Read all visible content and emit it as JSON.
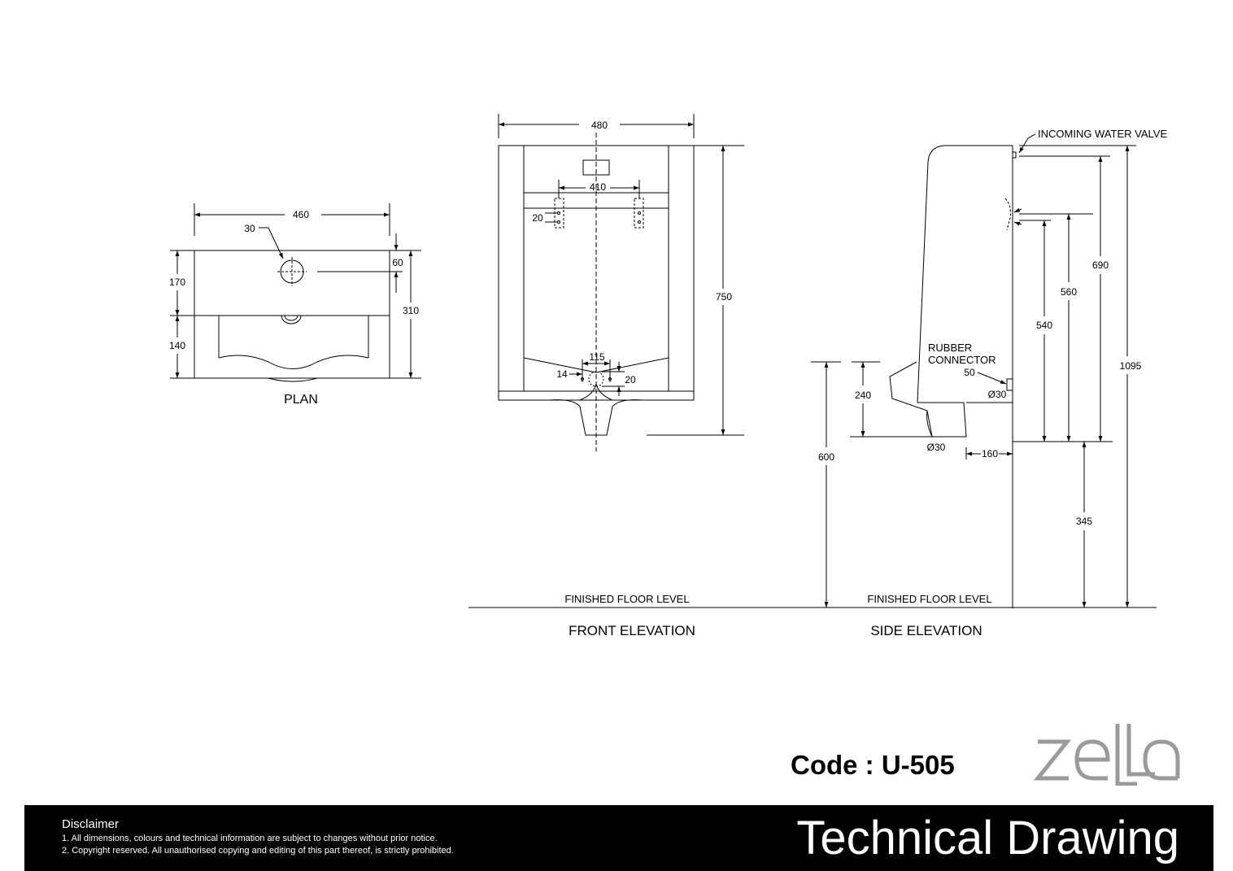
{
  "plan": {
    "title": "PLAN",
    "dims": {
      "width": "460",
      "hole": "30",
      "hole_offset": "60",
      "depth_upper": "170",
      "depth_lower": "140",
      "depth_total": "310"
    }
  },
  "front": {
    "title": "FRONT ELEVATION",
    "floor": "FINISHED FLOOR LEVEL",
    "dims": {
      "width": "480",
      "bracket_spacing": "410",
      "bracket_size": "20",
      "height": "750",
      "outlet_width": "115",
      "outlet_left": "14",
      "outlet_height": "20"
    }
  },
  "side": {
    "title": "SIDE ELEVATION",
    "floor": "FINISHED FLOOR LEVEL",
    "valve_label": "INCOMING WATER VALVE",
    "connector_line1": "RUBBER",
    "connector_line2": "CONNECTOR",
    "dims": {
      "connector_offset": "50",
      "outlet_dia": "Ø30",
      "bottom_dia": "Ø30",
      "wall_offset": "160",
      "lip_height": "240",
      "rim_height": "600",
      "d540": "540",
      "d560": "560",
      "d690": "690",
      "d1095": "1095",
      "d345": "345"
    }
  },
  "code_label": "Code : U-505",
  "brand": "zella",
  "footer": {
    "title": "Technical Drawing",
    "disclaimer_title": "Disclaimer",
    "disclaimer_1": "1. All dimensions, colours and technical information are subject to changes without prior notice.",
    "disclaimer_2": "2. Copyright reserved. All unauthorised copying and editing of this part thereof, is strictly prohibited."
  }
}
